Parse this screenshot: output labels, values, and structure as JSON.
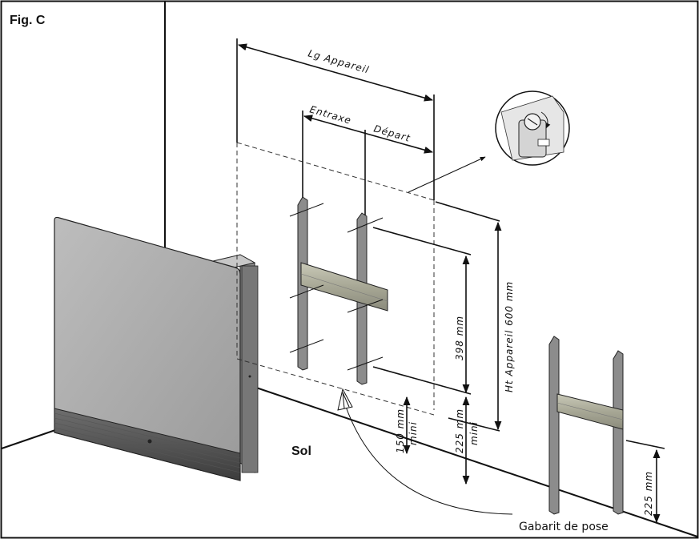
{
  "figure": {
    "label": "Fig. C"
  },
  "dimensions": {
    "device_length": "Lg Appareil",
    "center_distance": "Entraxe",
    "departure": "Départ",
    "device_height": "Ht Appareil 600 mm",
    "bracket_height": "398 mm",
    "floor_offset": "225 mm",
    "mini_1": "mini",
    "min_gap": "150 mm",
    "mini_2": "mini",
    "template_height": "225 mm"
  },
  "labels": {
    "floor": "Sol",
    "template": "Gabarit de pose"
  }
}
